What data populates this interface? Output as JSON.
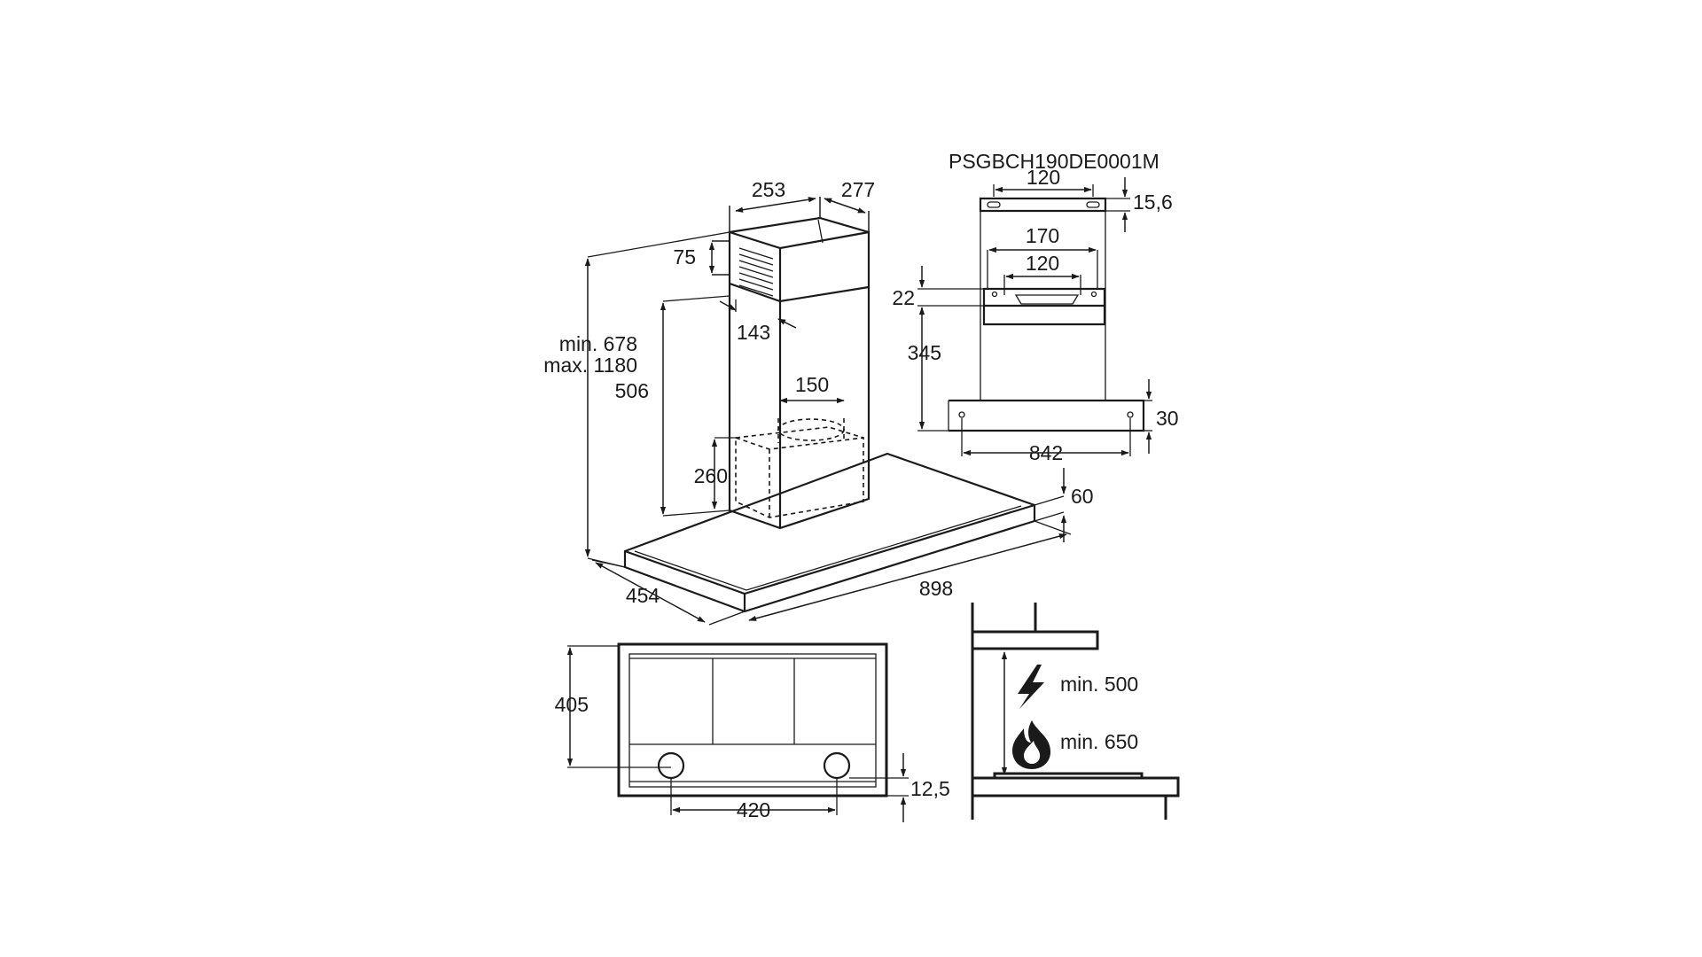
{
  "diagram": {
    "model_code": "PSGBCH190DE0001M",
    "colors": {
      "line": "#1a1a1a",
      "background": "#ffffff"
    },
    "icons": [
      "lightning-icon",
      "flame-icon"
    ],
    "hood_3d": {
      "chimney_width": "253",
      "chimney_depth": "277",
      "vent_height": "75",
      "vent_offset": "143",
      "height_range_min": "min. 678",
      "height_range_max": "max. 1180",
      "chimney_lower_height": "506",
      "duct_diameter": "150",
      "motor_height": "260",
      "canopy_thickness": "60",
      "canopy_depth": "454",
      "canopy_width": "898"
    },
    "bracket": {
      "top_hole_spacing": "120",
      "top_offset": "15,6",
      "outer_width": "170",
      "inner_spacing": "120",
      "bracket_height": "22",
      "vertical_distance": "345",
      "bottom_offset": "30",
      "bottom_hole_spacing": "842"
    },
    "bottom_view": {
      "depth": "405",
      "lamp_spacing": "420",
      "lamp_offset": "12,5"
    },
    "clearance": {
      "electric_min": "min. 500",
      "gas_min": "min. 650"
    }
  }
}
